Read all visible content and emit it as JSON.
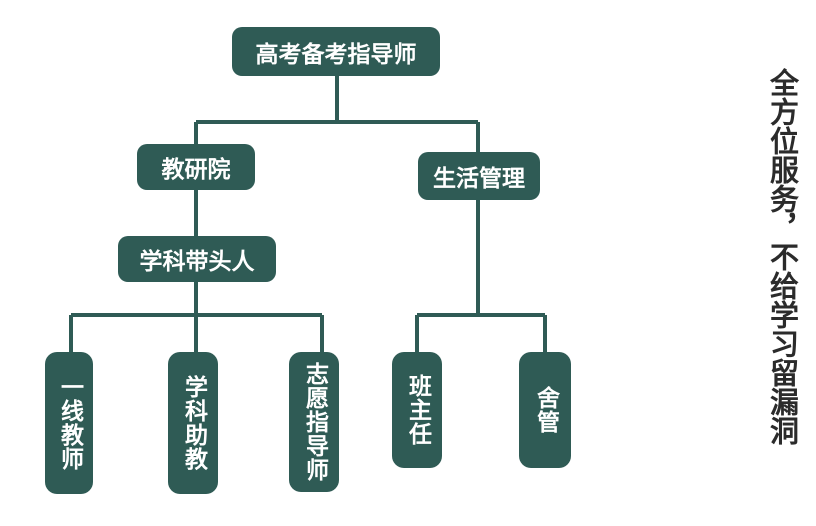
{
  "diagram": {
    "root": "高考备考指导师",
    "left_branch": "教研院",
    "right_branch": "生活管理",
    "sub_left": "学科带头人",
    "left_leaves": [
      "一线教师",
      "学科助教",
      "志愿指导师"
    ],
    "right_leaves": [
      "班主任",
      "舍管"
    ]
  },
  "slogan": "全方位服务，不给学习留漏洞",
  "colors": {
    "node_fill": "#2f5b55",
    "line": "#2f5b55",
    "node_text": "#ffffff",
    "slogan_text": "#2b2b2b"
  }
}
